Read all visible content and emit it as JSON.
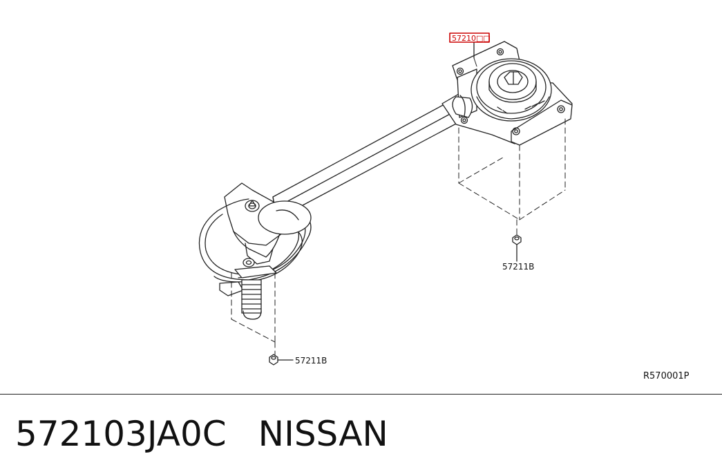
{
  "diagram": {
    "callouts": {
      "highlighted_part": "57210□□",
      "nut_right": "57211B",
      "nut_left": "57211B",
      "reference": "R570001P"
    },
    "colors": {
      "line": "#222222",
      "highlight": "#cc0000",
      "background": "#ffffff"
    }
  },
  "footer": {
    "part_number": "572103JA0C",
    "brand": "NISSAN"
  }
}
